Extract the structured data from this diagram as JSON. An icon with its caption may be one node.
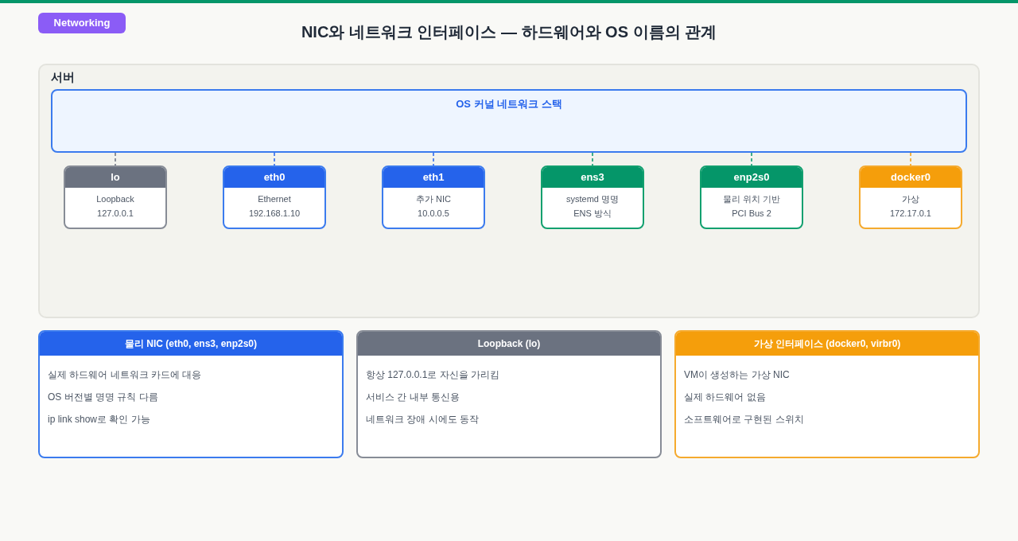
{
  "diagram": {
    "title": "NIC와 네트워크 인터페이스 — 하드웨어와 OS 이름의 관계",
    "nodes": [
      {
        "text": [
          "Networking"
        ]
      },
      {
        "text": [
          "서버"
        ]
      },
      {
        "text": [
          "OS 커널 네트워크 스택"
        ],
        "in": 1
      },
      {
        "text": [
          "lo",
          "Loopback",
          "127.0.0.1"
        ],
        "in": 1
      },
      {
        "text": [
          "eth0",
          "Ethernet",
          "192.168.1.10"
        ],
        "in": 1
      },
      {
        "text": [
          "eth1",
          "추가 NIC",
          "10.0.0.5"
        ],
        "in": 1
      },
      {
        "text": [
          "ens3",
          "systemd 명명",
          "ENS 방식"
        ],
        "in": 1
      },
      {
        "text": [
          "enp2s0",
          "물리 위치 기반",
          "PCI Bus 2"
        ],
        "in": 1
      },
      {
        "text": [
          "docker0",
          "가상",
          "172.17.0.1"
        ],
        "in": 1
      },
      {
        "text": [
          "물리 NIC (eth0, ens3, enp2s0)",
          "실제 하드웨어 네트워크 카드에 대응",
          "OS 버전별 명명 규칙 다름",
          "ip link show로 확인 가능"
        ]
      },
      {
        "text": [
          "Loopback (lo)",
          "항상 127.0.0.1로 자신을 가리킴",
          "서비스 간 내부 통신용",
          "네트워크 장애 시에도 동작"
        ]
      },
      {
        "text": [
          "가상 인터페이스 (docker0, virbr0)",
          "VM이 생성하는 가상 NIC",
          "실제 하드웨어 없음",
          "소프트웨어로 구현된 스위치"
        ]
      }
    ],
    "edges": [
      {
        "from": 2,
        "to": 3,
        "arrow": "none",
        "style": "dashed",
        "color": "#6b7280"
      },
      {
        "from": 2,
        "to": 4,
        "arrow": "none",
        "style": "dashed",
        "color": "#2563eb"
      },
      {
        "from": 2,
        "to": 5,
        "arrow": "none",
        "style": "dashed",
        "color": "#2563eb"
      },
      {
        "from": 2,
        "to": 6,
        "arrow": "none",
        "style": "dashed",
        "color": "#059669"
      },
      {
        "from": 2,
        "to": 7,
        "arrow": "none",
        "style": "dashed",
        "color": "#059669"
      },
      {
        "from": 2,
        "to": 8,
        "arrow": "none",
        "style": "dashed",
        "color": "#f59e0b"
      }
    ]
  }
}
